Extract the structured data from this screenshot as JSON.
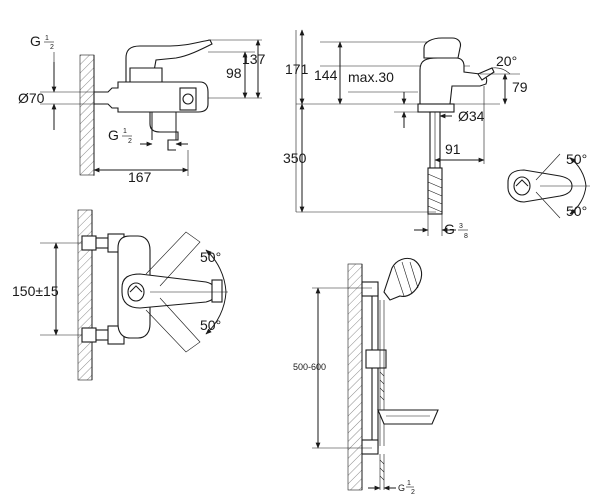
{
  "colors": {
    "line": "#1a1a1a",
    "background": "#ffffff",
    "wall_hatch": "#1a1a1a"
  },
  "bath_mixer_side": {
    "thread_top": {
      "main": "G",
      "num": "1",
      "den": "2"
    },
    "thread_bottom": {
      "main": "G",
      "num": "1",
      "den": "2"
    },
    "diameter": "Ø70",
    "height_lever": "98",
    "height_total": "137",
    "depth": "167"
  },
  "basin_mixer_side": {
    "height_total": "171",
    "height_spout": "144",
    "max_deck": "max.30",
    "angle_spout": "20°",
    "height_side": "79",
    "diameter": "Ø34",
    "reach": "91",
    "hose_length": "350",
    "thread": {
      "main": "G",
      "num": "3",
      "den": "8"
    }
  },
  "basin_mixer_top": {
    "angle_up": "50°",
    "angle_down": "50°"
  },
  "bath_mixer_front": {
    "centers": "150±15",
    "angle_up": "50°",
    "angle_down": "50°"
  },
  "shower_set": {
    "rail_range": "500-600",
    "thread": {
      "main": "G",
      "num": "1",
      "den": "2"
    }
  }
}
